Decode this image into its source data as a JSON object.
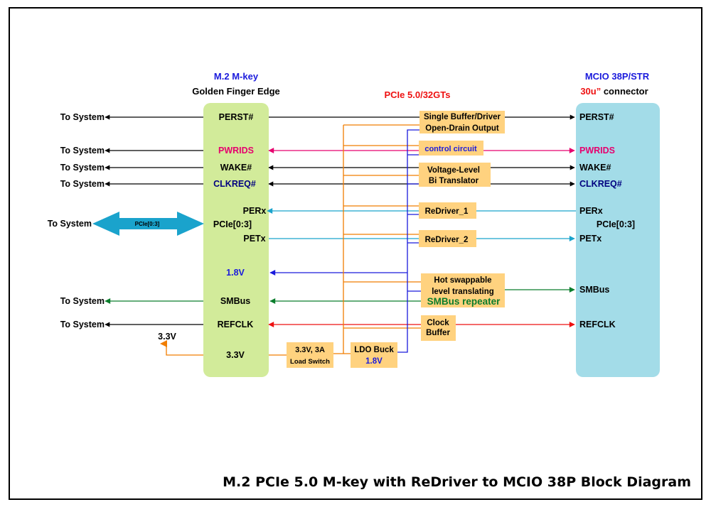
{
  "title": "M.2 PCIe 5.0 M-key with ReDriver to MCIO 38P Block Diagram",
  "speed_label": "PCIe 5.0/32GTs",
  "colors": {
    "black": "#000000",
    "pink": "#e6006e",
    "cyan": "#1aa3cc",
    "blue": "#1a1adc",
    "green": "#0a7d2c",
    "red": "#ee1111",
    "orange": "#f07d00",
    "m2_fill": "#d2eb9a",
    "mcio_fill": "#a3dce8",
    "box_fill": "#ffd27f",
    "navy": "#000080"
  },
  "m2": {
    "heading_1": "M.2 M-key",
    "heading_2": "Golden Finger Edge",
    "pins": {
      "perst": "PERST#",
      "pwrids": "PWRIDS",
      "wake": "WAKE#",
      "clkreq": "CLKREQ#",
      "perx": "PERx",
      "pcie": "PCIe[0:3]",
      "petx": "PETx",
      "v18": "1.8V",
      "smbus": "SMBus",
      "refclk": "REFCLK",
      "v33": "3.3V"
    }
  },
  "mcio": {
    "heading_1": "MCIO 38P/STR",
    "heading_2a": "30u”",
    "heading_2b": " connector",
    "pins": {
      "perst": "PERST#",
      "pwrids": "PWRIDS",
      "wake": "WAKE#",
      "clkreq": "CLKREQ#",
      "perx": "PERx",
      "pcie": "PCIe[0:3]",
      "petx": "PETx",
      "smbus": "SMBus",
      "refclk": "REFCLK"
    }
  },
  "system": {
    "perst": "To System",
    "pwrids": "To System",
    "wake": "To System",
    "clkreq": "To System",
    "pcie": "To System",
    "pcie_arrow": "PCIe[0:3]",
    "smbus": "To System",
    "refclk": "To System",
    "v33_out": "3.3V"
  },
  "boxes": {
    "buffer_1": "Single Buffer/Driver",
    "buffer_2": "Open-Drain Output",
    "control": "control circuit",
    "voltage_1": "Voltage-Level",
    "voltage_2": "Bi Translator",
    "redriver1": "ReDriver_1",
    "redriver2": "ReDriver_2",
    "hotswap_1": "Hot swappable",
    "hotswap_2": "level translating",
    "smbus_repeater": "SMBus repeater",
    "clock_1": "Clock",
    "clock_2": "Buffer",
    "loadsw_1": "3.3V, 3A",
    "loadsw_2": "Load Switch",
    "ldo_1": "LDO Buck",
    "ldo_2": "1.8V"
  }
}
